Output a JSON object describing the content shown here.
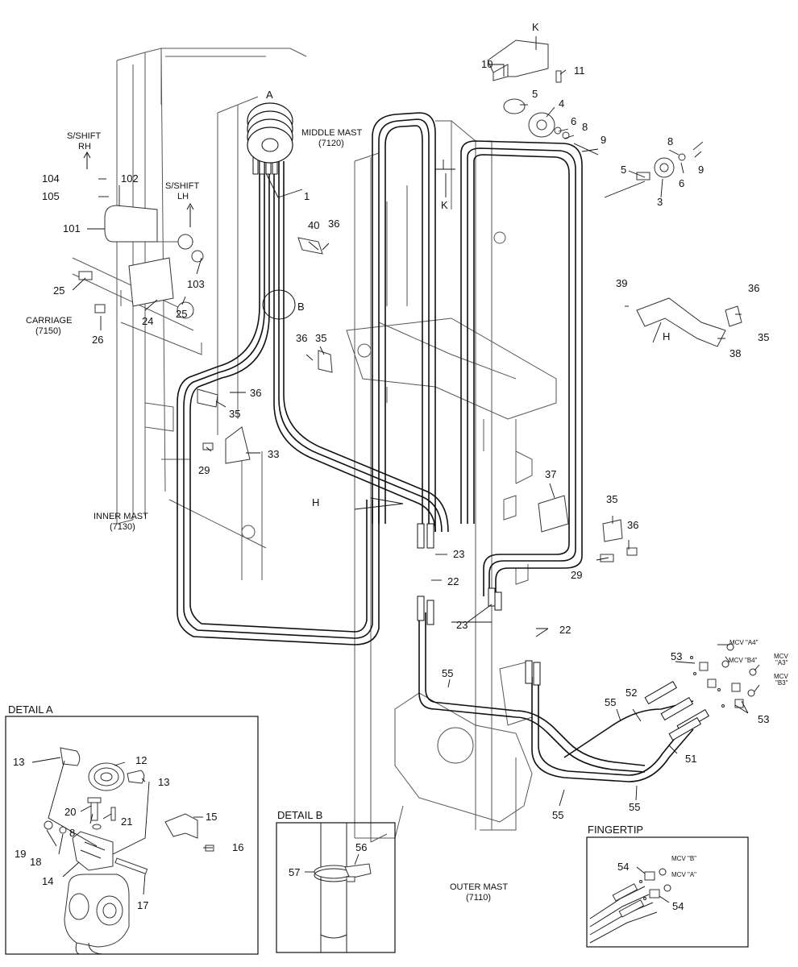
{
  "mast_labels": {
    "middle_mast": "MIDDLE MAST",
    "middle_mast_no": "(7120)",
    "inner_mast": "INNER MAST",
    "inner_mast_no": "(7130)",
    "outer_mast": "OUTER MAST",
    "outer_mast_no": "(7110)",
    "carriage": "CARRIAGE",
    "carriage_no": "(7150)"
  },
  "sideshift_labels": {
    "rh_line1": "S/SHIFT",
    "rh_line2": "RH",
    "lh_line1": "S/SHIFT",
    "lh_line2": "LH"
  },
  "view_letters": {
    "a": "A",
    "b": "B",
    "k_top": "K",
    "k_mid": "K",
    "h_mid": "H",
    "h_bracket": "H"
  },
  "callouts": {
    "c10": "10",
    "c11": "11",
    "c5a": "5",
    "c4": "4",
    "c6a": "6",
    "c8a": "8",
    "c9a": "9",
    "c8b": "8",
    "c9b": "9",
    "c5b": "5",
    "c6b": "6",
    "c3": "3",
    "c104": "104",
    "c105": "105",
    "c102": "102",
    "c101": "101",
    "c103": "103",
    "c1": "1",
    "c40": "40",
    "c36a": "36",
    "c25a": "25",
    "c24": "24",
    "c25b": "25",
    "c26": "26",
    "c36b": "36",
    "c35a": "35",
    "c36c": "36",
    "c35b": "35",
    "c29a": "29",
    "c33": "33",
    "c39": "39",
    "c36d": "36",
    "c35c": "35",
    "c38": "38",
    "c37": "37",
    "c35d": "35",
    "c36e": "36",
    "c29b": "29",
    "c23a": "23",
    "c22a": "22",
    "c23b": "23",
    "c22b": "22",
    "c53a": "53",
    "c53b": "53",
    "c52": "52",
    "c55a": "55",
    "c55b": "55",
    "c51": "51",
    "c55c": "55",
    "c55d": "55"
  },
  "mcv_labels": {
    "a4": "MCV \"A4\"",
    "b4": "MCV \"B4\"",
    "a3_line1": "MCV",
    "a3_line2": "\"A3\"",
    "b3_line1": "MCV",
    "b3_line2": "\"B3\""
  },
  "detail_a": {
    "title": "DETAIL A",
    "c13a": "13",
    "c12": "12",
    "c13b": "13",
    "c20": "20",
    "c8": "8",
    "c21": "21",
    "c15": "15",
    "c19": "19",
    "c18": "18",
    "c14": "14",
    "c16": "16",
    "c17": "17"
  },
  "detail_b": {
    "title": "DETAIL B",
    "c56": "56",
    "c57": "57"
  },
  "fingertip": {
    "title": "FINGERTIP",
    "mcv_b": "MCV \"B\"",
    "mcv_a": "MCV \"A\"",
    "c54a": "54",
    "c54b": "54"
  }
}
